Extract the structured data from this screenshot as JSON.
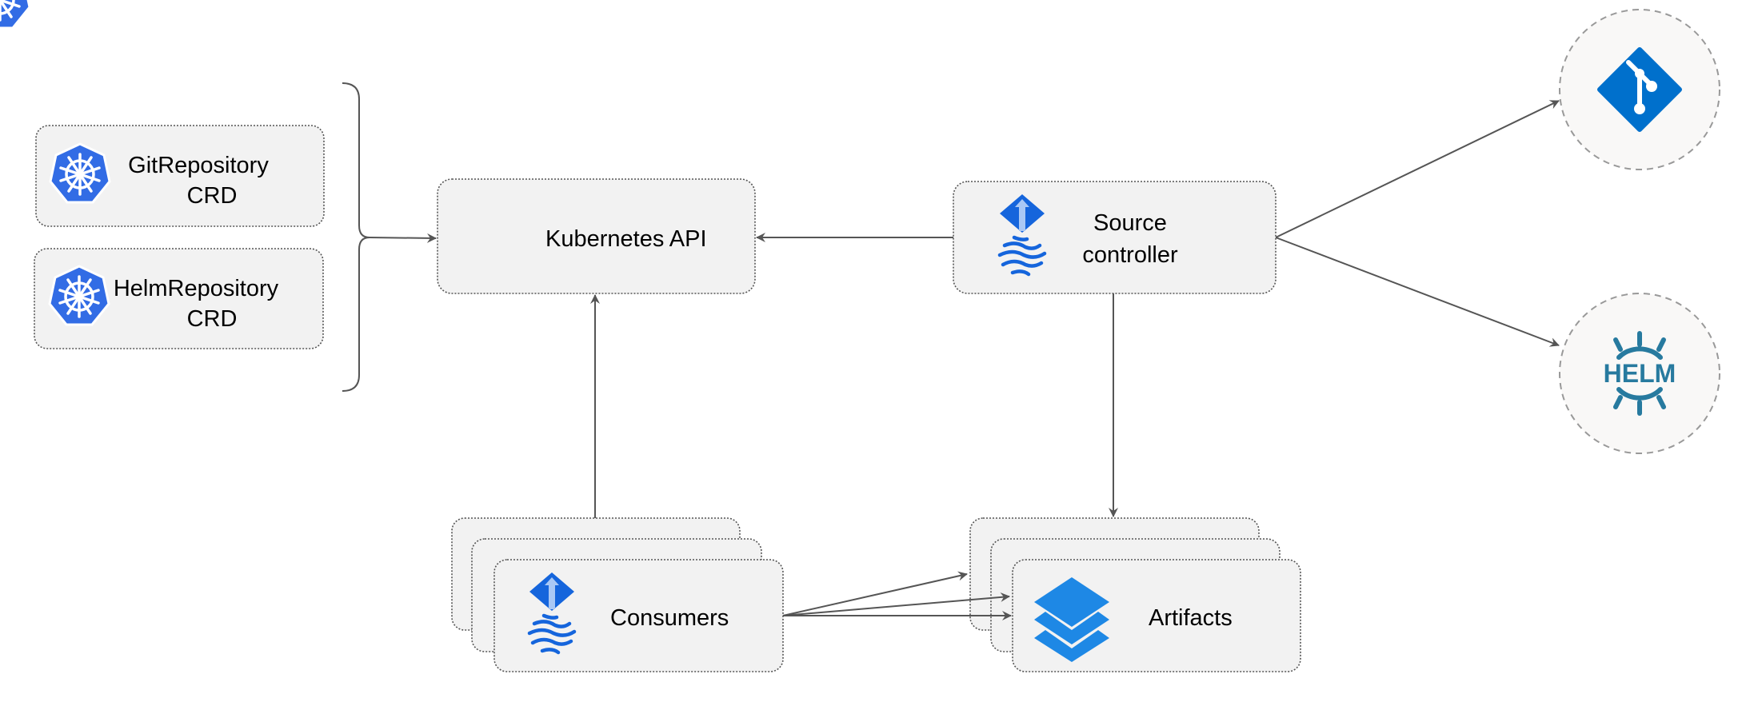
{
  "nodes": {
    "git_crd": {
      "line1": "GitRepository",
      "line2": "CRD",
      "icon": "kubernetes-icon"
    },
    "helm_crd": {
      "line1": "HelmRepository",
      "line2": "CRD",
      "icon": "kubernetes-icon"
    },
    "k8s_api": {
      "label": "Kubernetes API",
      "icon": "kubernetes-icon"
    },
    "source_controller": {
      "line1": "Source",
      "line2": "controller",
      "icon": "flux-icon"
    },
    "git": {
      "icon": "git-icon"
    },
    "helm": {
      "label": "HELM",
      "icon": "helm-icon"
    },
    "consumers": {
      "label": "Consumers",
      "icon": "flux-icon"
    },
    "artifacts": {
      "label": "Artifacts",
      "icon": "layers-icon"
    }
  },
  "colors": {
    "k8s_blue": "#326ce5",
    "flux_blue": "#1565dc",
    "git_blue": "#0070cc",
    "helm_teal": "#277a9f",
    "layers_blue": "#1e88e5",
    "edge": "#555555"
  }
}
